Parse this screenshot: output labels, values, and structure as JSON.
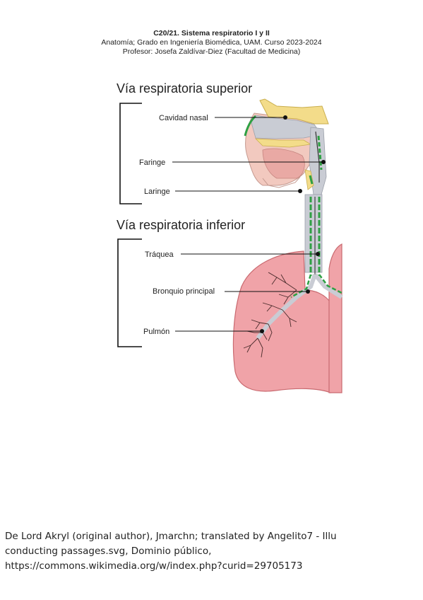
{
  "header": {
    "title": "C20/21. Sistema respiratorio I y II",
    "subtitle": "Anatomía; Grado en Ingeniería Biomédica, UAM. Curso 2023-2024",
    "professor": "Profesor: Josefa Zaldívar-Diez (Facultad de Medicina)"
  },
  "diagram": {
    "upper_section": "Vía respiratoria superior",
    "lower_section": "Vía respiratoria inferior",
    "labels": {
      "nasal_cavity": "Cavidad nasal",
      "pharynx": "Faringe",
      "larynx": "Laringe",
      "trachea": "Tráquea",
      "main_bronchus": "Bronquio principal",
      "lung": "Pulmón"
    },
    "colors": {
      "lung": "#f0a3a8",
      "lung_outline": "#c96a70",
      "airway_highlight": "#2ea043",
      "nasal_bone": "#f3dc8a",
      "tissue": "#f2c9bf",
      "airway_gray": "#c9ccd4"
    }
  },
  "credit": {
    "line1": "De Lord Akryl (original author), Jmarchn; translated by Angelito7 - Illu",
    "line2": "conducting passages.svg, Dominio público,",
    "line3": "https://commons.wikimedia.org/w/index.php?curid=29705173"
  }
}
